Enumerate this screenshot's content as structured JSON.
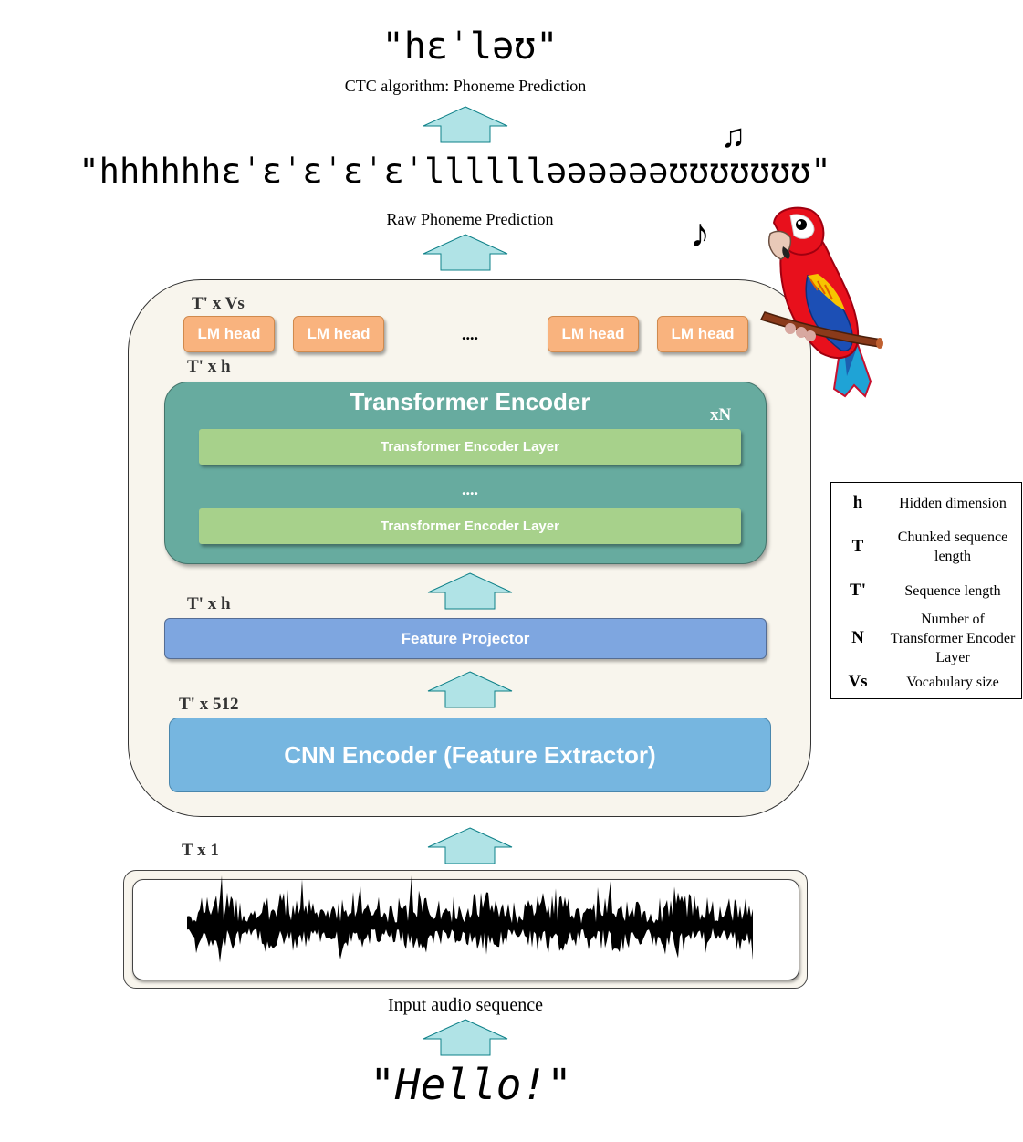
{
  "top_output": {
    "text": "\"hɛˈləʊ\"",
    "caption": "CTC algorithm: Phoneme Prediction"
  },
  "raw_prediction": {
    "text": "\"hhhhhhɛˈɛˈɛˈɛˈɛˈlllllləəəəəəʊʊʊʊʊʊʊ\"",
    "caption": "Raw Phoneme Prediction"
  },
  "lm_heads": {
    "dims": "T' x Vs",
    "labels": [
      "LM head",
      "LM head",
      "LM head",
      "LM head"
    ],
    "ellipsis": "...."
  },
  "transformer": {
    "dims": "T' x h",
    "title": "Transformer Encoder",
    "repeat": "xN",
    "layers": [
      "Transformer Encoder Layer",
      "Transformer Encoder Layer"
    ],
    "ellipsis": "...."
  },
  "feature_projector": {
    "dims": "T' x h",
    "label": "Feature Projector"
  },
  "cnn": {
    "dims": "T' x 512",
    "label": "CNN Encoder (Feature Extractor)"
  },
  "audio": {
    "dims": "T x 1",
    "caption": "Input audio sequence"
  },
  "input_text": "\"Hello!\"",
  "legend": [
    {
      "symbol": "h",
      "desc": "Hidden dimension"
    },
    {
      "symbol": "T",
      "desc": "Chunked sequence length"
    },
    {
      "symbol": "T'",
      "desc": "Sequence length"
    },
    {
      "symbol": "N",
      "desc": "Number of Transformer Encoder Layer"
    },
    {
      "symbol": "Vs",
      "desc": "Vocabulary size"
    }
  ],
  "decorations": {
    "music_notes": [
      "♫",
      "♪"
    ],
    "mascot": "parrot-icon"
  },
  "colors": {
    "arrow": "#b0e3e6",
    "lm_head": "#f9b37e",
    "transformer": "#67ab9f",
    "layer": "#a7d18b",
    "projector": "#7ea6e0",
    "cnn": "#76b6e0"
  }
}
